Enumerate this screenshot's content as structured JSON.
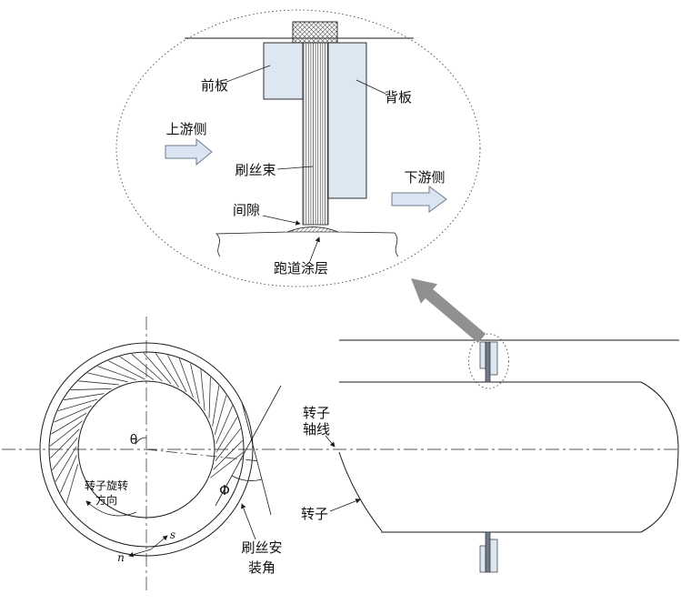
{
  "colors": {
    "plate_fill": "#dde7f2",
    "flow_arrow_fill": "#dbe5f1",
    "big_arrow_fill": "#909090",
    "line": "#1a1a1a"
  },
  "detail_view": {
    "front_plate_label": "前板",
    "back_plate_label": "背板",
    "upstream_label": "上游侧",
    "bristle_label": "刷丝束",
    "downstream_label": "下游侧",
    "clearance_label": "间隙",
    "coating_label": "跑道涂层"
  },
  "front_view": {
    "theta_label": "θ",
    "rotation_label_line1": "转子旋转",
    "rotation_label_line2": "方向",
    "phi_label": "Φ",
    "s_label": "s",
    "n_label": "n",
    "install_angle_line1": "刷丝安",
    "install_angle_line2": "装角"
  },
  "side_view": {
    "axis_label_line1": "转子",
    "axis_label_line2": "轴线",
    "rotor_label": "转子"
  }
}
